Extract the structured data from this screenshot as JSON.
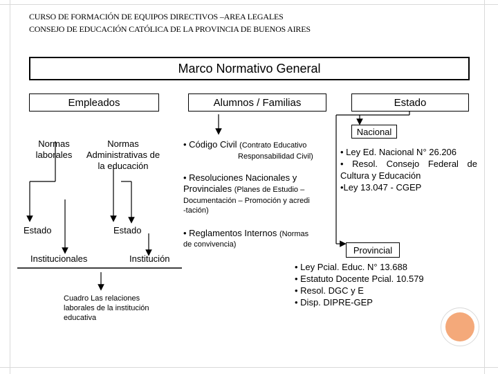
{
  "header": {
    "line1": "CURSO DE FORMACIÓN DE EQUIPOS DIRECTIVOS –AREA LEGALES",
    "line2": "CONSEJO DE EDUCACIÓN CATÓLICA DE LA PROVINCIA DE BUENOS AIRES"
  },
  "main_title": "Marco Normativo General",
  "columns": {
    "empleados": "Empleados",
    "alumnos": "Alumnos / Familias",
    "estado": "Estado"
  },
  "empleados": {
    "normas_laborales": "Normas laborales",
    "normas_admin": "Normas Administrativas de la educación",
    "estado_left": "Estado",
    "estado_right": "Estado",
    "institucionales": "Institucionales",
    "institucion": "Institución",
    "cuadro": "Cuadro Las relaciones laborales de la institución educativa"
  },
  "alumnos": {
    "item1_main": "• Código Civil",
    "item1_sub1": "(Contrato Educativo",
    "item1_sub2": "Responsabilidad Civil)",
    "item2_main1": "• Resoluciones Nacionales y",
    "item2_main2": "Provinciales",
    "item2_sub1": "(Planes de Estudio –",
    "item2_sub2": "Documentación – Promoción y acredi",
    "item2_sub3": "-tación)",
    "item3_main": "• Reglamentos Internos",
    "item3_sub1": "(Normas",
    "item3_sub2": "de convivencia)"
  },
  "estado": {
    "nacional": "Nacional",
    "nacional_items": [
      "• Ley Ed. Nacional N° 26.206",
      "• Resol. Consejo Federal de Cultura y Educación",
      "•Ley 13.047 - CGEP"
    ],
    "provincial": "Provincial",
    "provincial_items": [
      "• Ley Pcial. Educ. N° 13.688",
      "• Estatuto Docente Pcial. 10.579",
      "• Resol. DGC y E",
      "• Disp. DIPRE-GEP"
    ]
  },
  "colors": {
    "accent_orange": "#f4a97a",
    "frame_gray": "#d9d9d9"
  }
}
